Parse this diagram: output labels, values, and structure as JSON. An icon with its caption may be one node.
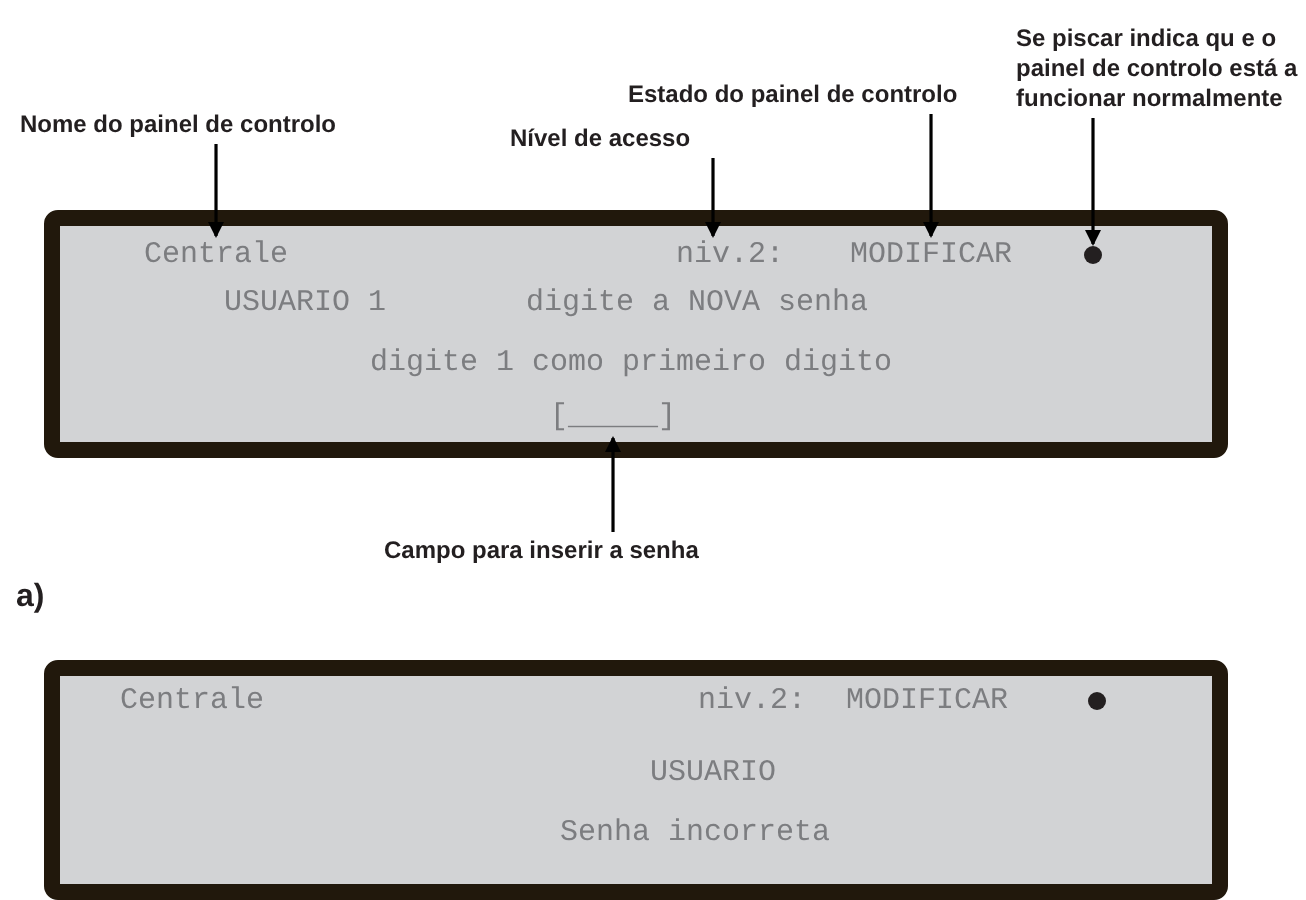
{
  "diagram": {
    "nodes": [
      {
        "text": [
          "Nome do painel de controlo"
        ]
      },
      {
        "text": [
          "Nível de acesso"
        ]
      },
      {
        "text": [
          "Estado do painel de controlo"
        ]
      },
      {
        "text": [
          "Se piscar indica qu e o painel de controlo está a funcionar normalmente"
        ]
      },
      {
        "text": [],
        "shape": "box"
      },
      {
        "text": [
          "Centrale"
        ],
        "in": 4
      },
      {
        "text": [
          "niv.2:"
        ],
        "in": 4
      },
      {
        "text": [
          "MODIFICAR"
        ],
        "in": 4
      },
      {
        "text": [],
        "shape": "circle",
        "in": 4
      },
      {
        "text": [
          "USUARIO 1"
        ],
        "in": 4
      },
      {
        "text": [
          "digite a NOVA senha"
        ],
        "in": 4
      },
      {
        "text": [
          "digite 1 como primeiro digito"
        ],
        "in": 4
      },
      {
        "text": [
          "[_____]"
        ],
        "in": 4
      },
      {
        "text": [
          "Campo para inserir a senha"
        ]
      },
      {
        "text": [],
        "shape": "box"
      },
      {
        "text": [
          "Centrale"
        ],
        "in": 14
      },
      {
        "text": [
          "niv.2:"
        ],
        "in": 14
      },
      {
        "text": [
          "MODIFICAR"
        ],
        "in": 14
      },
      {
        "text": [],
        "shape": "circle",
        "in": 14
      },
      {
        "text": [
          "USUARIO"
        ],
        "in": 14
      },
      {
        "text": [
          "Senha incorreta"
        ],
        "in": 14
      }
    ],
    "edges": [
      {
        "from": 0,
        "to": 5,
        "arrow": "to"
      },
      {
        "from": 1,
        "to": 6,
        "arrow": "to"
      },
      {
        "from": 2,
        "to": 7,
        "arrow": "to"
      },
      {
        "from": 3,
        "to": 8,
        "arrow": "to"
      },
      {
        "from": 13,
        "to": 12,
        "arrow": "to"
      }
    ],
    "labels": [
      "a)"
    ]
  }
}
